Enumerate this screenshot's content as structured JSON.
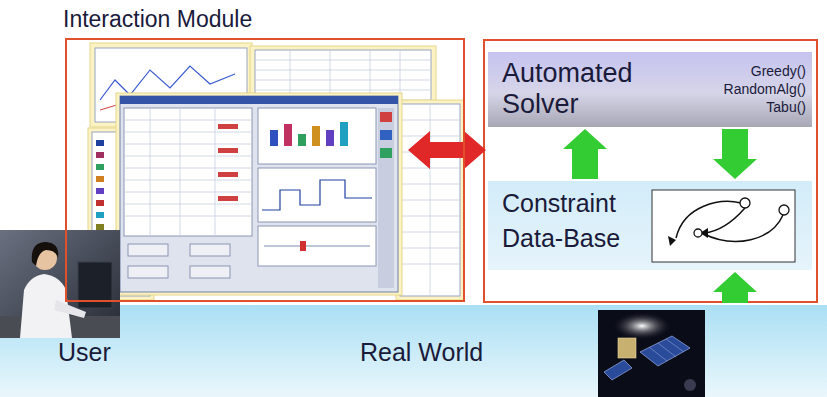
{
  "diagram": {
    "nodes": [
      {
        "text": [
          "Interaction Module"
        ]
      },
      {
        "text": [
          "Automated Solver",
          "Greedy() RandomAlg() Tabu()"
        ]
      },
      {
        "text": [
          "Constraint Data-Base"
        ]
      },
      {
        "text": [
          "Real World"
        ]
      }
    ],
    "edges": [
      {
        "from": 2,
        "to": 1,
        "arrow": "to"
      },
      {
        "from": 1,
        "to": 2,
        "arrow": "to"
      },
      {
        "from": 3,
        "to": 2,
        "arrow": "to"
      }
    ],
    "labels": [
      "User"
    ]
  }
}
